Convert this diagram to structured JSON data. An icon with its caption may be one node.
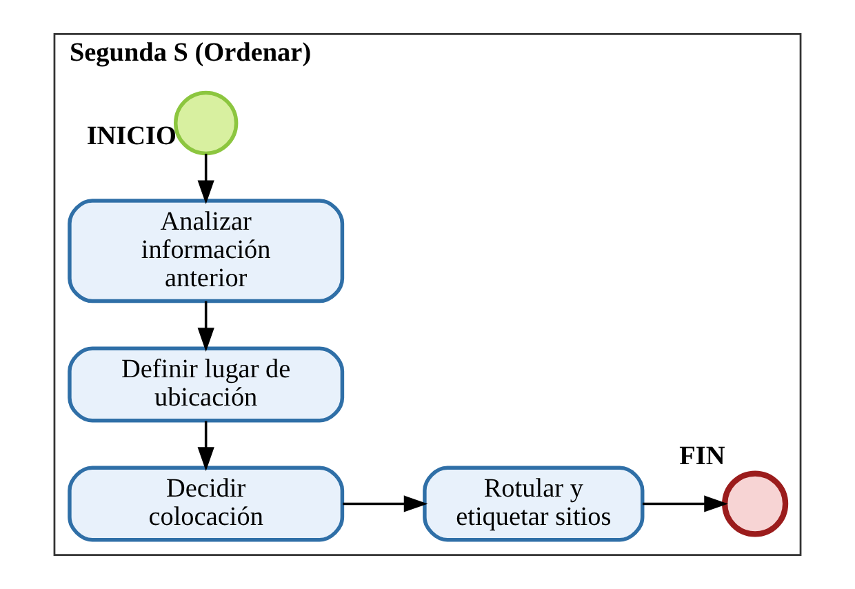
{
  "diagram": {
    "nodes": [
      {
        "text": [
          "Segunda S (Ordenar)"
        ]
      },
      {
        "text": [
          "INICIO"
        ],
        "in": 0
      },
      {
        "text": [
          "Analizar información anterior"
        ],
        "in": 0
      },
      {
        "text": [
          "Definir lugar de ubicación"
        ],
        "in": 0
      },
      {
        "text": [
          "Decidir colocación"
        ],
        "in": 0
      },
      {
        "text": [
          "Rotular y etiquetar sitios"
        ],
        "in": 0
      },
      {
        "text": [
          "FIN"
        ],
        "in": 0
      }
    ],
    "edges": [
      {
        "from": 1,
        "to": 2,
        "arrow": "to"
      },
      {
        "from": 2,
        "to": 3,
        "arrow": "to"
      },
      {
        "from": 3,
        "to": 4,
        "arrow": "to"
      },
      {
        "from": 4,
        "to": 5,
        "arrow": "to"
      },
      {
        "from": 5,
        "to": 6,
        "arrow": "to"
      }
    ]
  }
}
